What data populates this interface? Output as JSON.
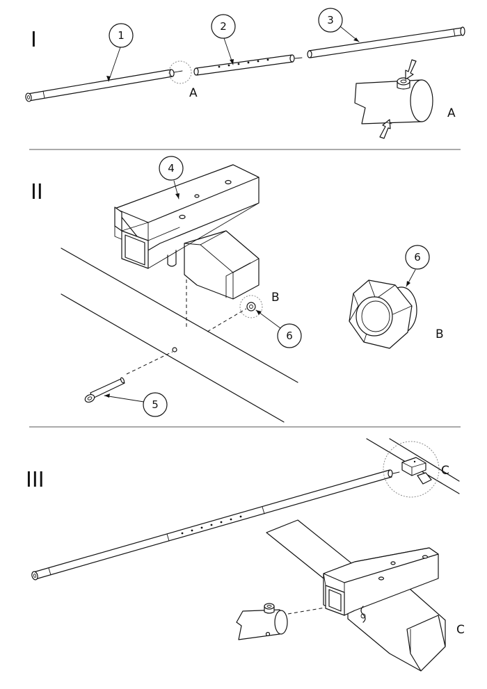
{
  "steps": {
    "one": "I",
    "two": "II",
    "three": "III"
  },
  "details": {
    "a": "A",
    "b": "B",
    "c": "C"
  },
  "callouts": {
    "p1": "1",
    "p2": "2",
    "p3": "3",
    "p4": "4",
    "p5": "5",
    "p6": "6"
  }
}
